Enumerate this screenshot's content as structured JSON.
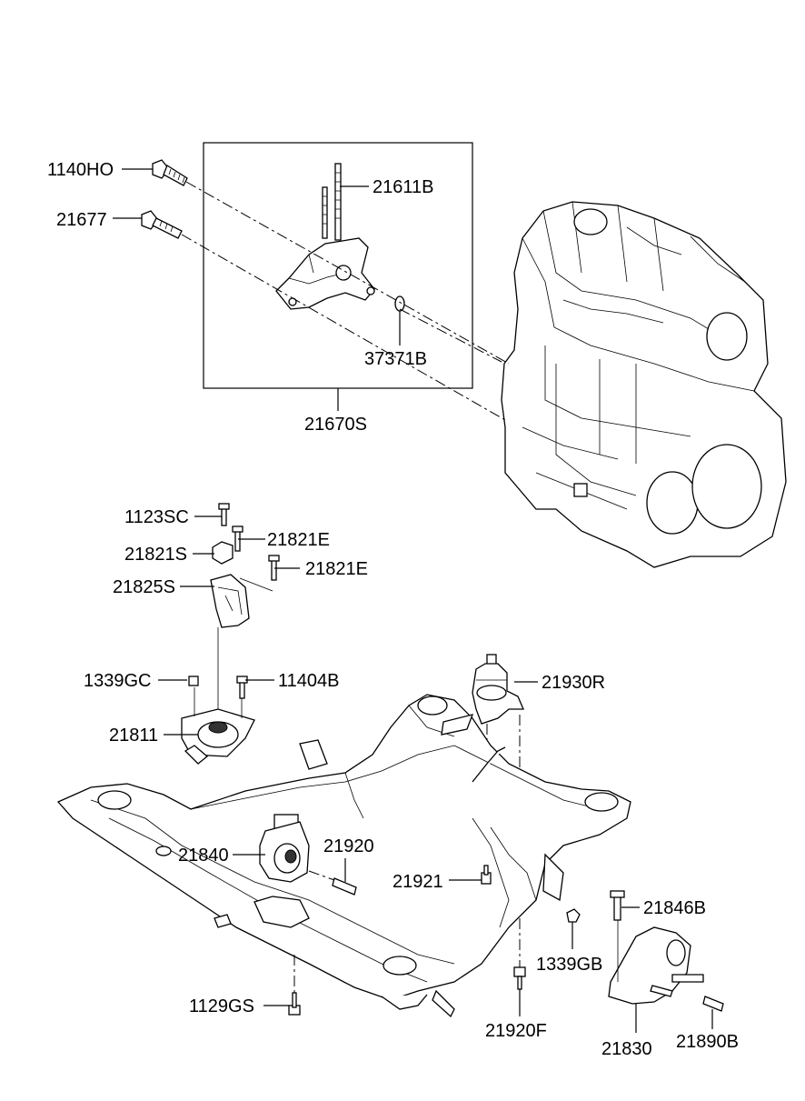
{
  "callouts": [
    {
      "id": "1140HO",
      "text": "1140HO"
    },
    {
      "id": "21677",
      "text": "21677"
    },
    {
      "id": "21611B",
      "text": "21611B"
    },
    {
      "id": "37371B",
      "text": "37371B"
    },
    {
      "id": "21670S",
      "text": "21670S"
    },
    {
      "id": "1123SC",
      "text": "1123SC"
    },
    {
      "id": "21821E_a",
      "text": "21821E"
    },
    {
      "id": "21821S",
      "text": "21821S"
    },
    {
      "id": "21821E_b",
      "text": "21821E"
    },
    {
      "id": "21825S",
      "text": "21825S"
    },
    {
      "id": "1339GC",
      "text": "1339GC"
    },
    {
      "id": "11404B",
      "text": "11404B"
    },
    {
      "id": "21930R",
      "text": "21930R"
    },
    {
      "id": "21811",
      "text": "21811"
    },
    {
      "id": "21840",
      "text": "21840"
    },
    {
      "id": "21920",
      "text": "21920"
    },
    {
      "id": "21921",
      "text": "21921"
    },
    {
      "id": "21846B",
      "text": "21846B"
    },
    {
      "id": "1339GB",
      "text": "1339GB"
    },
    {
      "id": "1129GS",
      "text": "1129GS"
    },
    {
      "id": "21920F",
      "text": "21920F"
    },
    {
      "id": "21830",
      "text": "21830"
    },
    {
      "id": "21890B",
      "text": "21890B"
    }
  ]
}
